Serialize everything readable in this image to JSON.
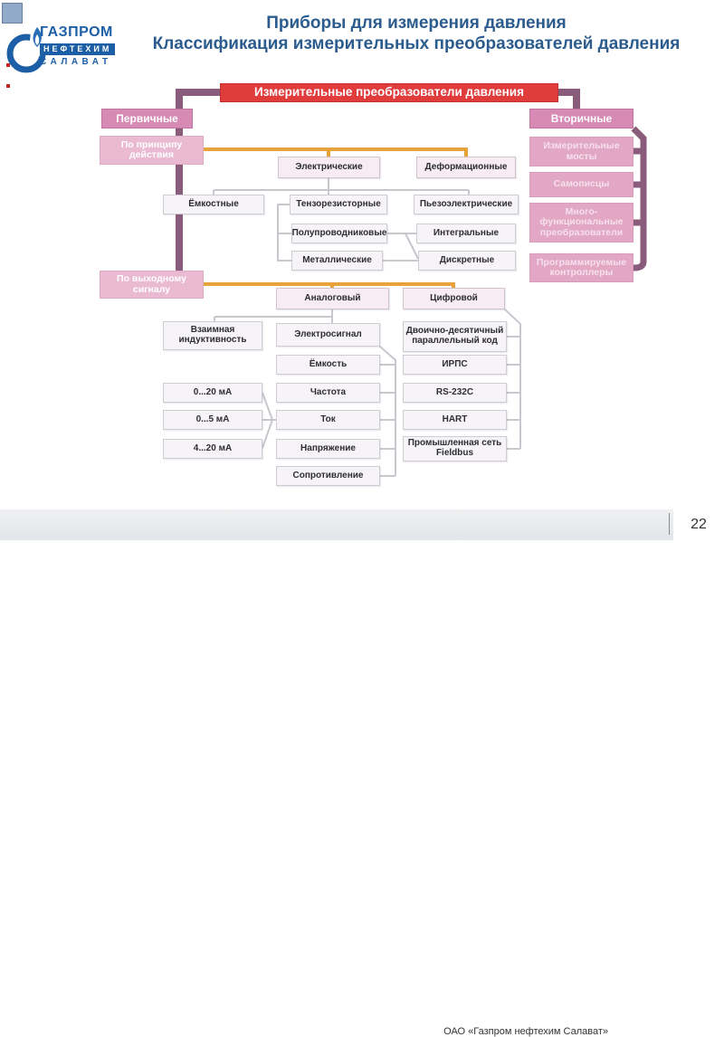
{
  "slide": {
    "title_line1": "Приборы для измерения давления",
    "title_line2": "Классификация измерительных преобразователей давления",
    "footer_text": "ОАО «Газпром нефтехим Салават»",
    "page_number": "22"
  },
  "logo": {
    "line1": "ГАЗПРОМ",
    "line2": "НЕФТЕХИМ",
    "line3": "САЛАВАТ"
  },
  "diagram": {
    "nodes": {
      "root": "Измерительные преобразователи давления",
      "primary": "Первичные",
      "secondary": "Вторичные",
      "by_principle": "По принципу действия",
      "by_output": "По выходному сигналу",
      "elektricheskie": "Электрические",
      "deformacionnye": "Деформационные",
      "emkostnye": "Ёмкостные",
      "tenzo": "Тензорезисторные",
      "piezo": "Пьезоэлектрические",
      "polu": "Полупроводниковые",
      "integralnye": "Интегральные",
      "metall": "Металлические",
      "diskretnye": "Дискретные",
      "analog": "Аналоговый",
      "cifra": "Цифровой",
      "vzaim": "Взаимная индуктивность",
      "elektrosignal": "Электросигнал",
      "dvoichno": "Двоично-десятичный параллельный код",
      "emkost": "Ёмкость",
      "irps": "ИРПС",
      "ma020": "0...20 мА",
      "chastota": "Частота",
      "rs232": "RS-232C",
      "ma05": "0...5 мА",
      "tok": "Ток",
      "hart": "HART",
      "ma420": "4...20 мА",
      "naprjazhenie": "Напряжение",
      "fieldbus": "Промышленная сеть Fieldbus",
      "soprotivlenie": "Сопротивление",
      "izm_mosty": "Измерительные мосты",
      "samopiscy": "Самописцы",
      "mnogofunc": "Много-функциональные преобразователи",
      "progkontr": "Программируемые контроллеры"
    },
    "colors": {
      "root_red": "#e03c3c",
      "pink_dark": "#d78ab4",
      "pink_light": "#e9bad2",
      "purple_line": "#8a5c7c",
      "orange_line": "#e8a23c",
      "gray_line": "#c9c7ce",
      "title_blue": "#2b5c8d"
    }
  }
}
